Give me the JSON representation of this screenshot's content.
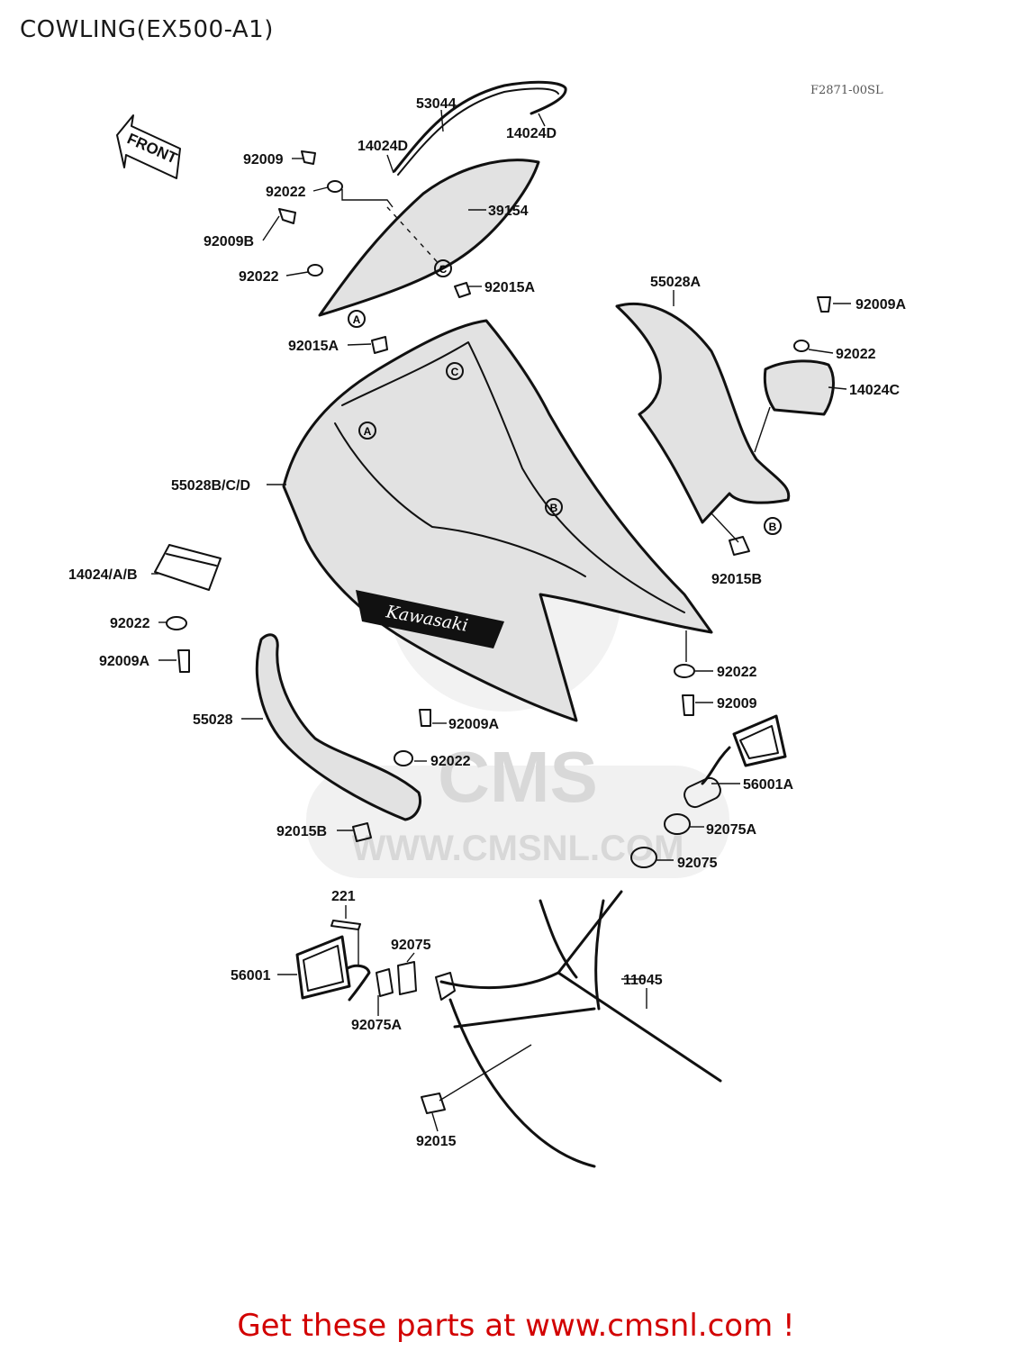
{
  "title": "COWLING(EX500-A1)",
  "figure_code": "F2871-00SL",
  "front_label": "FRONT",
  "brand_on_cowl": "Kawasaki",
  "watermark": {
    "logo_text": "CMS",
    "url_text": "WWW.CMSNL.COM"
  },
  "footer_text": "Get these parts at www.cmsnl.com !",
  "callouts": {
    "A": "A",
    "B": "B",
    "C": "C"
  },
  "parts": {
    "p53044": "53044",
    "p14024D_left": "14024D",
    "p14024D_right": "14024D",
    "p92009_top": "92009",
    "p92022_top1": "92022",
    "p39154": "39154",
    "p92009B": "92009B",
    "p92022_top2": "92022",
    "p92015A_right": "92015A",
    "p92015A_left": "92015A",
    "p55028A": "55028A",
    "p92009A_right": "92009A",
    "p92022_right": "92022",
    "p14024C": "14024C",
    "p55028BCD": "55028B/C/D",
    "p92015B_right": "92015B",
    "p14024AB": "14024/A/B",
    "p92022_left": "92022",
    "p92009A_left": "92009A",
    "p92022_mid": "92022",
    "p92009_mid": "92009",
    "p55028": "55028",
    "p92009A_mid": "92009A",
    "p92022_lower": "92022",
    "p56001A": "56001A",
    "p92015B_left": "92015B",
    "p92075A_right": "92075A",
    "p92075_right": "92075",
    "p221": "221",
    "p92075_left": "92075",
    "p56001": "56001",
    "p11045": "11045",
    "p92075A_left": "92075A",
    "p92015": "92015"
  }
}
